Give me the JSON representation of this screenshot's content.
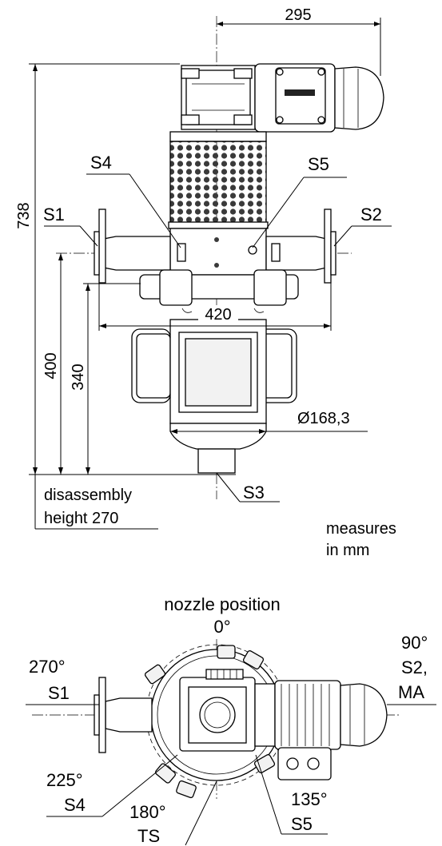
{
  "dimensions": {
    "top_width": "295",
    "total_height": "738",
    "flange_span": "420",
    "nozzle_height": "400",
    "outlet_height": "340",
    "diameter": "Ø168,3",
    "disassembly_line1": "disassembly",
    "disassembly_line2": "height 270"
  },
  "side_view_labels": {
    "s1": "S1",
    "s2": "S2",
    "s3": "S3",
    "s4": "S4",
    "s5": "S5"
  },
  "units_note": {
    "line1": "measures",
    "line2": "in mm"
  },
  "top_view": {
    "title_line1": "nozzle position",
    "title_line2": "0°",
    "pos_270_angle": "270°",
    "pos_270_name": "S1",
    "pos_90_angle": "90°",
    "pos_90_name1": "S2,",
    "pos_90_name2": "MA",
    "pos_225_angle": "225°",
    "pos_225_name": "S4",
    "pos_180_angle": "180°",
    "pos_180_name": "TS",
    "pos_135_angle": "135°",
    "pos_135_name": "S5"
  },
  "colors": {
    "line": "#000000",
    "screen_hole": "#3a3a3a"
  }
}
